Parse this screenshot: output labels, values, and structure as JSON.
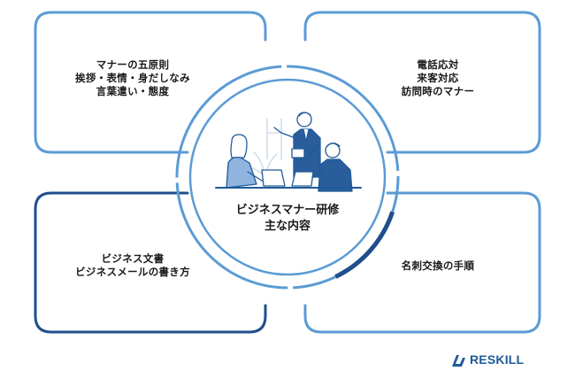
{
  "quadrants": {
    "top_left": {
      "lines": [
        "マナーの五原則",
        "挨拶・表情・身だしなみ",
        "言葉遣い・態度"
      ]
    },
    "top_right": {
      "lines": [
        "電話応対",
        "来客対応",
        "訪問時のマナー"
      ]
    },
    "bottom_left": {
      "lines": [
        "ビジネス文書",
        "ビジネスメールの書き方"
      ]
    },
    "bottom_right": {
      "lines": [
        "名刺交換の手順"
      ]
    }
  },
  "center": {
    "lines": [
      "ビジネスマナー研修",
      "主な内容"
    ]
  },
  "logo": {
    "text": "RESKILL"
  },
  "colors": {
    "light_blue": "#5b9bd5",
    "navy": "#1f4e8c",
    "outline": "#1f5a99",
    "jacket": "#2a5d9c",
    "shirt": "#8fb4de"
  }
}
